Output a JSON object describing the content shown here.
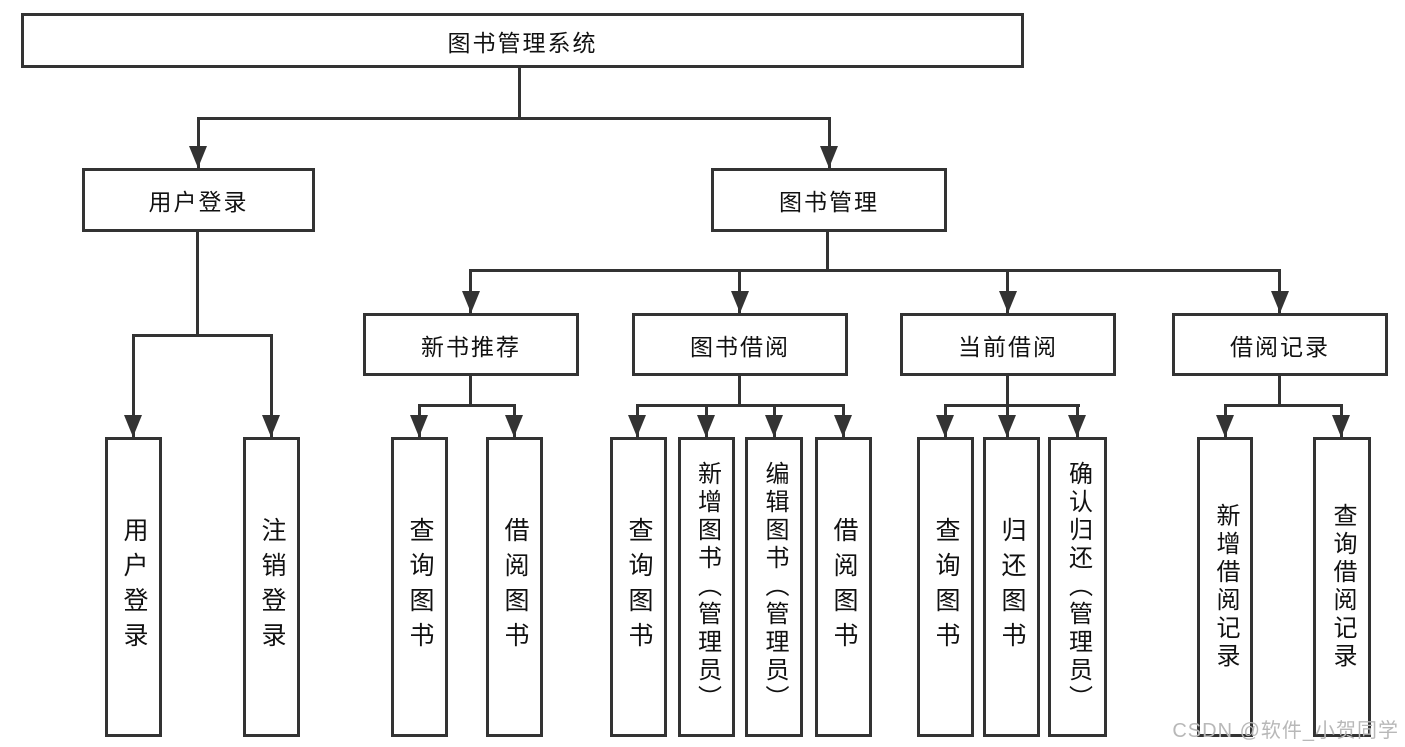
{
  "tree": {
    "root": {
      "label": "图书管理系统"
    },
    "user": {
      "label": "用户登录",
      "children": [
        {
          "label": "用户登录"
        },
        {
          "label": "注销登录"
        }
      ]
    },
    "book": {
      "label": "图书管理",
      "children": [
        {
          "label": "新书推荐",
          "children": [
            {
              "label": "查询图书"
            },
            {
              "label": "借阅图书"
            }
          ]
        },
        {
          "label": "图书借阅",
          "children": [
            {
              "label": "查询图书"
            },
            {
              "label": "新增图书（管理员）"
            },
            {
              "label": "编辑图书（管理员）"
            },
            {
              "label": "借阅图书"
            }
          ]
        },
        {
          "label": "当前借阅",
          "children": [
            {
              "label": "查询图书"
            },
            {
              "label": "归还图书"
            },
            {
              "label": "确认归还（管理员）"
            }
          ]
        },
        {
          "label": "借阅记录",
          "children": [
            {
              "label": "新增借阅记录"
            },
            {
              "label": "查询借阅记录"
            }
          ]
        }
      ]
    }
  },
  "watermark": "CSDN @软件_小贺同学",
  "colors": {
    "line": "#333333",
    "border": "#333333",
    "text": "#111111",
    "background": "#ffffff",
    "watermark": "#b8b8b8"
  }
}
